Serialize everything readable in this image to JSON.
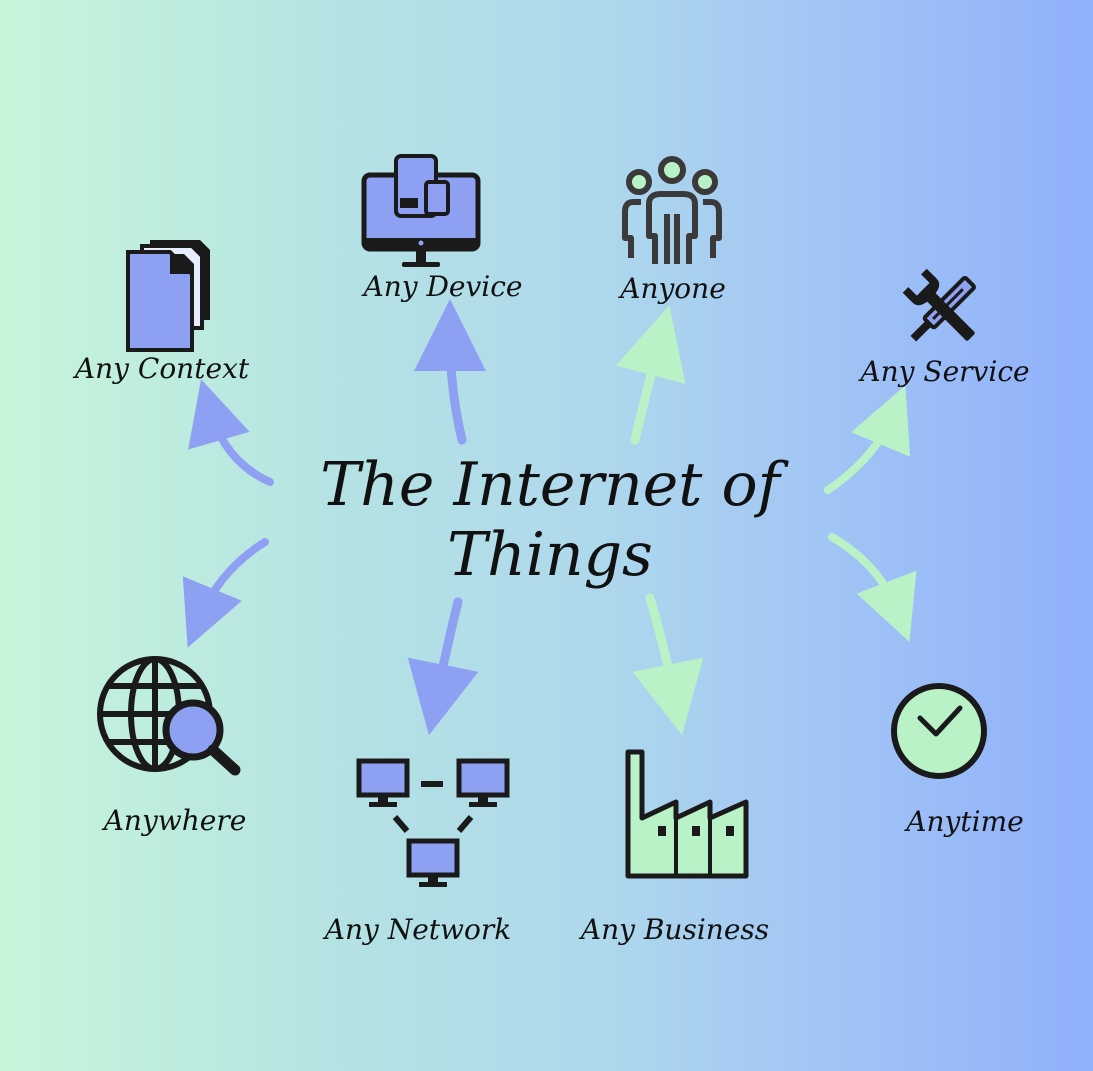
{
  "title": {
    "line1": "The Internet of",
    "line2": "Things"
  },
  "nodes": {
    "context": {
      "label": "Any Context",
      "icon": "documents-icon"
    },
    "device": {
      "label": "Any Device",
      "icon": "devices-icon"
    },
    "anyone": {
      "label": "Anyone",
      "icon": "people-icon"
    },
    "service": {
      "label": "Any Service",
      "icon": "tools-icon"
    },
    "anywhere": {
      "label": "Anywhere",
      "icon": "globe-search-icon"
    },
    "network": {
      "label": "Any Network",
      "icon": "network-icon"
    },
    "business": {
      "label": "Any Business",
      "icon": "factory-icon"
    },
    "anytime": {
      "label": "Anytime",
      "icon": "clock-icon"
    }
  },
  "colors": {
    "blue_accent": "#8da0f2",
    "green_accent": "#b9f2c6",
    "outline": "#1a1a1a"
  }
}
